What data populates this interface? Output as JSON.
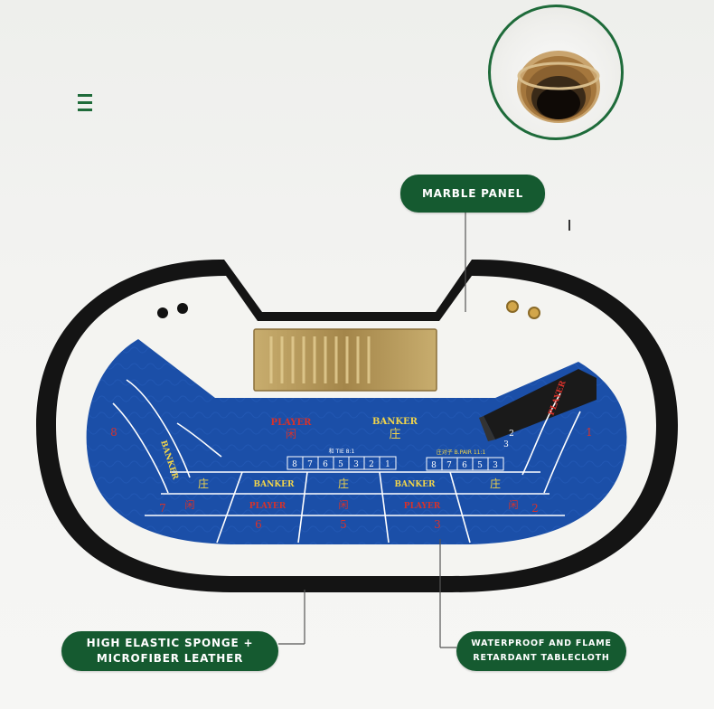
{
  "callouts": {
    "marble_panel": "MARBLE PANEL",
    "sponge_line1": "HIGH ELASTIC SPONGE +",
    "sponge_line2": "MICROFIBER LEATHER",
    "cloth_line1": "WATERPROOF AND FLAME",
    "cloth_line2": "RETARDANT TABLECLOTH"
  },
  "layout_labels": {
    "player": "PLAYER",
    "banker": "BANKER",
    "player_cn": "闲",
    "banker_cn": "庄",
    "tie_label": "和 TIE 8:1",
    "pair_label": "庄对子 B.PAIR 11:1",
    "left_banker": "BANKER",
    "right_player": "PLAYER"
  },
  "tie_boxes": [
    "8",
    "7",
    "6",
    "5",
    "3",
    "2",
    "1"
  ],
  "pair_boxes": [
    "8",
    "7",
    "6",
    "5",
    "3"
  ],
  "right_boxes": [
    "3",
    "2"
  ],
  "seat_numbers": [
    "8",
    "7",
    "6",
    "5",
    "3",
    "2",
    "1"
  ],
  "colors": {
    "felt": "#1b4fa8",
    "felt_dark": "#163f8a",
    "rail": "#141414",
    "marble": "#f4f4f1",
    "accent_green": "#155a30",
    "text_yellow": "#f2d54a",
    "text_red": "#d6322b",
    "brass": "#b89a56"
  }
}
